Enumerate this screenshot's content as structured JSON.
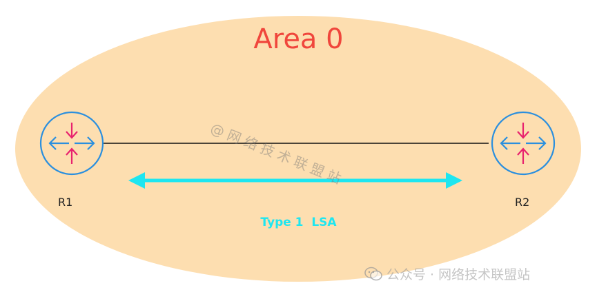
{
  "area": {
    "title": "Area 0",
    "fill_color": "#fddeb0",
    "title_color": "#f0463c"
  },
  "routers": [
    {
      "name": "R1"
    },
    {
      "name": "R2"
    }
  ],
  "link": {
    "color": "#111111"
  },
  "lsa_arrow": {
    "label": "Type 1  LSA",
    "color": "#1ee6f0"
  },
  "icons": {
    "router": "router-icon",
    "wechat": "wechat-icon"
  },
  "watermarks": {
    "center": "@网络技术联盟站",
    "bottom": "公众号 · 网络技术联盟站"
  }
}
